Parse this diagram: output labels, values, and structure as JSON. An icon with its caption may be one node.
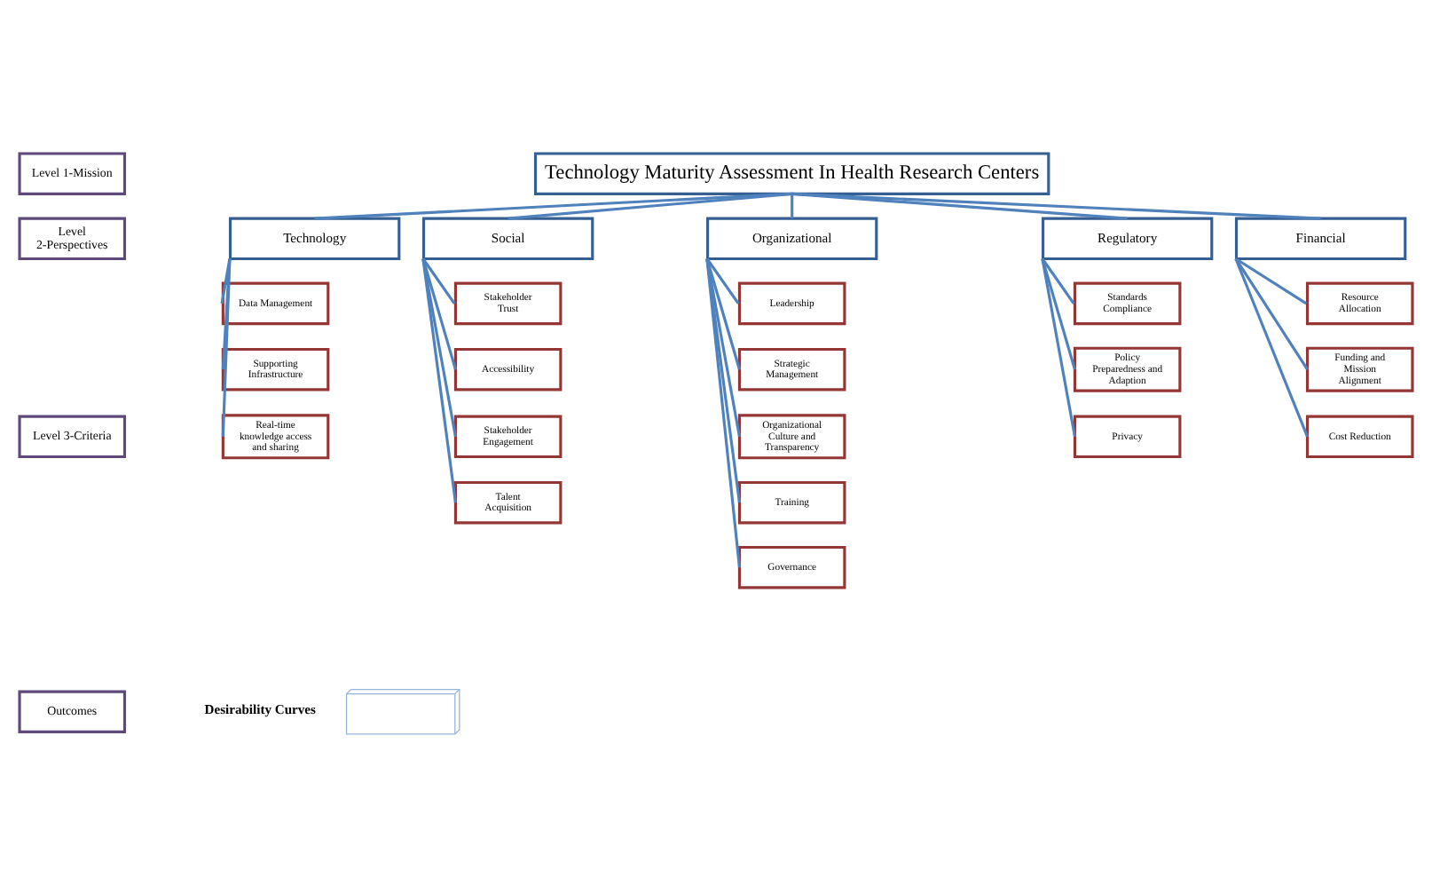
{
  "diagram": {
    "nodes": [
      {
        "text": [
          "Level 1-Mission"
        ]
      },
      {
        "text": [
          "Technology Maturity Assessment In Health Research Centers"
        ]
      },
      {
        "text": [
          "Level 2-Perspectives"
        ]
      },
      {
        "text": [
          "Technology"
        ]
      },
      {
        "text": [
          "Social"
        ]
      },
      {
        "text": [
          "Organizational"
        ]
      },
      {
        "text": [
          "Regulatory"
        ]
      },
      {
        "text": [
          "Financial"
        ]
      },
      {
        "text": [
          "Data Management"
        ]
      },
      {
        "text": [
          "Supporting Infrastructure"
        ]
      },
      {
        "text": [
          "Real-time knowledge access and sharing"
        ]
      },
      {
        "text": [
          "Stakeholder Trust"
        ]
      },
      {
        "text": [
          "Accessibility"
        ]
      },
      {
        "text": [
          "Stakeholder Engagement"
        ]
      },
      {
        "text": [
          "Talent Acquisition"
        ]
      },
      {
        "text": [
          "Leadership"
        ]
      },
      {
        "text": [
          "Strategic Management"
        ]
      },
      {
        "text": [
          "Organizational Culture and Transparency"
        ]
      },
      {
        "text": [
          "Training"
        ]
      },
      {
        "text": [
          "Governance"
        ]
      },
      {
        "text": [
          "Standards Compliance"
        ]
      },
      {
        "text": [
          "Policy Preparedness and Adaption"
        ]
      },
      {
        "text": [
          "Privacy"
        ]
      },
      {
        "text": [
          "Resource Allocation"
        ]
      },
      {
        "text": [
          "Funding and Mission Alignment"
        ]
      },
      {
        "text": [
          "Cost Reduction"
        ]
      },
      {
        "text": [
          "Level 3-Criteria"
        ]
      },
      {
        "text": [
          "Outcomes"
        ]
      },
      {
        "text": [],
        "shape": "picture"
      }
    ],
    "edges": [
      {
        "from": 1,
        "to": 3,
        "arrow": "none"
      },
      {
        "from": 1,
        "to": 4,
        "arrow": "none"
      },
      {
        "from": 1,
        "to": 5,
        "arrow": "none"
      },
      {
        "from": 1,
        "to": 6,
        "arrow": "none"
      },
      {
        "from": 1,
        "to": 7,
        "arrow": "none"
      },
      {
        "from": 3,
        "to": 8,
        "arrow": "none"
      },
      {
        "from": 3,
        "to": 9,
        "arrow": "none"
      },
      {
        "from": 3,
        "to": 10,
        "arrow": "none"
      },
      {
        "from": 4,
        "to": 11,
        "arrow": "none"
      },
      {
        "from": 4,
        "to": 12,
        "arrow": "none"
      },
      {
        "from": 4,
        "to": 13,
        "arrow": "none"
      },
      {
        "from": 4,
        "to": 14,
        "arrow": "none"
      },
      {
        "from": 5,
        "to": 15,
        "arrow": "none"
      },
      {
        "from": 5,
        "to": 16,
        "arrow": "none"
      },
      {
        "from": 5,
        "to": 17,
        "arrow": "none"
      },
      {
        "from": 5,
        "to": 18,
        "arrow": "none"
      },
      {
        "from": 5,
        "to": 19,
        "arrow": "none"
      },
      {
        "from": 6,
        "to": 20,
        "arrow": "none"
      },
      {
        "from": 6,
        "to": 21,
        "arrow": "none"
      },
      {
        "from": 6,
        "to": 22,
        "arrow": "none"
      },
      {
        "from": 7,
        "to": 23,
        "arrow": "none"
      },
      {
        "from": 7,
        "to": 24,
        "arrow": "none"
      },
      {
        "from": 7,
        "to": 25,
        "arrow": "none"
      }
    ],
    "labels": [
      "Desirability Curves"
    ]
  }
}
